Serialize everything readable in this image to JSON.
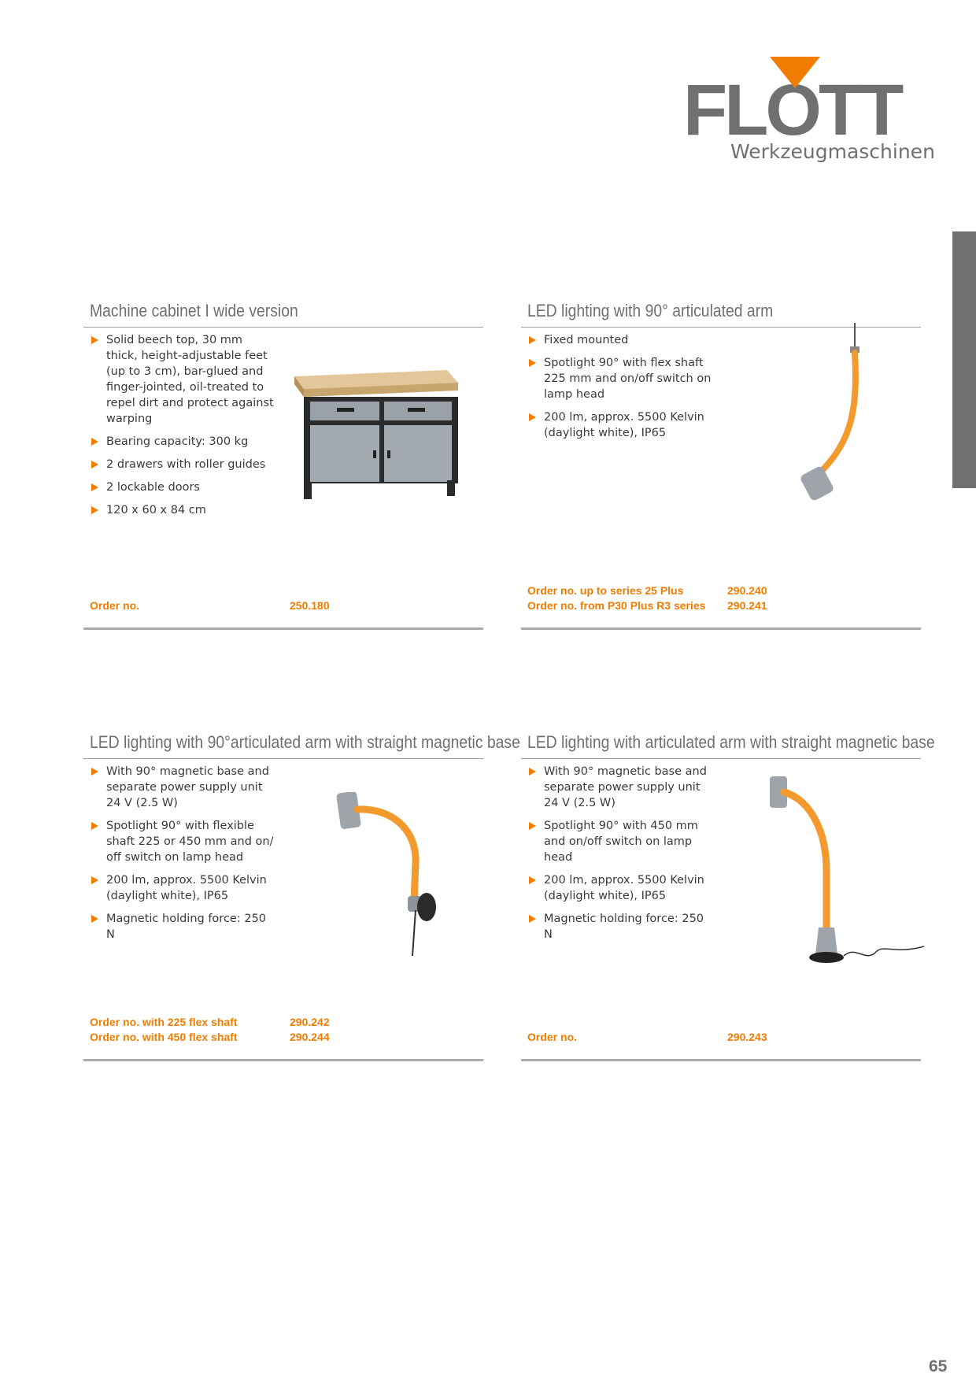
{
  "brand": {
    "name": "FLOTT",
    "tagline": "Werkzeugmaschinen",
    "accent_color": "#f07d00",
    "grey_color": "#6e7072"
  },
  "sections": [
    {
      "title": "Machine cabinet I wide version",
      "features": [
        "Solid beech top, 30 mm thick, height-adjustable feet (up to 3 cm), bar-glued and finger-jointed, oil-treated to repel dirt and protect against warping",
        "Bearing capacity: 300 kg",
        "2 drawers with roller guides",
        "2 lockable doors",
        "120 x 60 x 84 cm"
      ],
      "orders": [
        {
          "label": "Order no.",
          "value": "250.180"
        }
      ]
    },
    {
      "title": "LED lighting with 90° articulated arm",
      "features": [
        "Fixed mounted",
        "Spotlight 90° with flex shaft 225 mm and on/off switch on lamp head",
        "200 lm, approx. 5500 Kelvin (daylight white), IP65"
      ],
      "orders": [
        {
          "label": "Order no. up to series 25 Plus",
          "value": "290.240"
        },
        {
          "label": "Order no. from P30 Plus R3 series",
          "value": "290.241"
        }
      ]
    },
    {
      "title": "LED lighting with 90°articulated arm with straight magnetic base",
      "features": [
        "With 90° magnetic base and separate power supply unit 24 V (2.5 W)",
        "Spotlight 90° with flexible shaft 225 or 450 mm and on/ off switch on lamp head",
        "200 lm, approx. 5500 Kelvin (daylight white), IP65",
        "Magnetic holding force: 250 N"
      ],
      "orders": [
        {
          "label": "Order no. with 225 flex shaft",
          "value": "290.242"
        },
        {
          "label": "Order no. with 450 flex shaft",
          "value": "290.244"
        }
      ]
    },
    {
      "title": "LED lighting with articulated arm with straight magnetic base",
      "features": [
        "With 90° magnetic base and separate power supply unit 24 V (2.5 W)",
        "Spotlight 90° with 450 mm and on/off switch on lamp head",
        "200 lm, approx. 5500 Kelvin (daylight white), IP65",
        "Magnetic holding force: 250 N"
      ],
      "orders": [
        {
          "label": "Order no.",
          "value": "290.243"
        }
      ]
    }
  ],
  "page_number": "65"
}
